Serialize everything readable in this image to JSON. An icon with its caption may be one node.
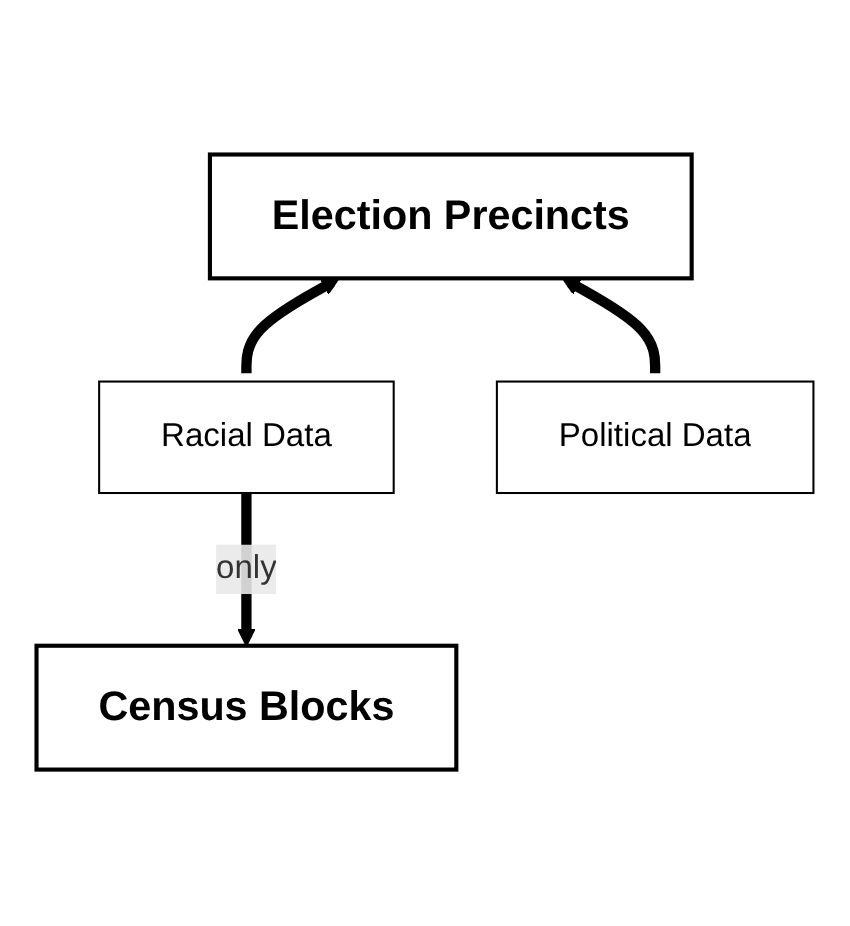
{
  "diagram": {
    "nodes": [
      {
        "text": [
          "Election Precincts"
        ]
      },
      {
        "text": [
          "Racial Data"
        ]
      },
      {
        "text": [
          "Political Data"
        ]
      },
      {
        "text": [
          "Census Blocks"
        ]
      }
    ],
    "edges": [
      {
        "from": 1,
        "to": 0,
        "arrow": "to"
      },
      {
        "from": 2,
        "to": 0,
        "arrow": "to"
      },
      {
        "from": 1,
        "to": 3,
        "arrow": "to",
        "label": "only"
      }
    ]
  }
}
